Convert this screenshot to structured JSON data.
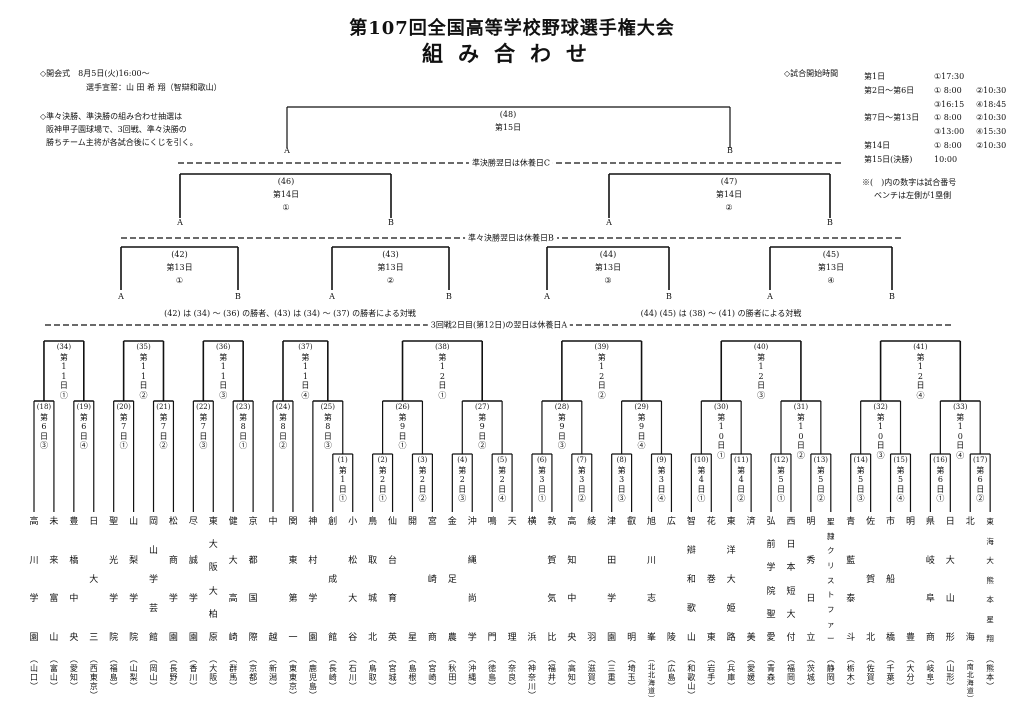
{
  "header": {
    "title": "第107回全国高等学校野球選手権大会",
    "subtitle": "組み合わせ"
  },
  "notes": {
    "opening_line1": "◇開会式　8月5日(火)16:00～",
    "opening_line2": "選手宣誓：山 田 希 翔（智辯和歌山）",
    "draw_line1": "◇準々決勝、準決勝の組み合わせ抽選は",
    "draw_line2": "阪神甲子園球場で、3回戦、準々決勝の",
    "draw_line3": "勝ちチーム主将が各試合後にくじを引く。",
    "start_time_label": "◇試合開始時間",
    "footnote1": "※(　)内の数字は試合番号",
    "footnote2": "ベンチは左側が1塁側"
  },
  "schedule": [
    {
      "day": "第1日",
      "a": "①17:30",
      "b": ""
    },
    {
      "day": "第2日～第6日",
      "a": "① 8:00",
      "b": "②10:30"
    },
    {
      "day": "",
      "a": "③16:15",
      "b": "④18:45"
    },
    {
      "day": "第7日～第13日",
      "a": "① 8:00",
      "b": "②10:30"
    },
    {
      "day": "",
      "a": "③13:00",
      "b": "④15:30"
    },
    {
      "day": "第14日",
      "a": "① 8:00",
      "b": "②10:30"
    },
    {
      "day": "第15日(決勝)",
      "a": "10:00",
      "b": ""
    }
  ],
  "separators": {
    "semifinal_rest": "準決勝翌日は休養日C",
    "quarterfinal_rest": "準々決勝翌日は休養日B",
    "round3_rest": "3回戦2日目(第12日)の翌日は休養日A"
  },
  "rules": {
    "left": "(42) は (34) ～ (36) の勝者、(43) は (34) ～ (37) の勝者による対戦",
    "right": "(44) (45) は (38) ～ (41) の勝者による対戦"
  },
  "games": {
    "final": {
      "num": "(48)",
      "day": "第15日",
      "slot": ""
    },
    "g46": {
      "num": "(46)",
      "day": "第14日",
      "slot": "①"
    },
    "g47": {
      "num": "(47)",
      "day": "第14日",
      "slot": "②"
    },
    "g42": {
      "num": "(42)",
      "day": "第13日",
      "slot": "①"
    },
    "g43": {
      "num": "(43)",
      "day": "第13日",
      "slot": "②"
    },
    "g44": {
      "num": "(44)",
      "day": "第13日",
      "slot": "③"
    },
    "g45": {
      "num": "(45)",
      "day": "第13日",
      "slot": "④"
    },
    "g34": {
      "num": "(34)",
      "v": "第11日①"
    },
    "g35": {
      "num": "(35)",
      "v": "第11日②"
    },
    "g36": {
      "num": "(36)",
      "v": "第11日③"
    },
    "g37": {
      "num": "(37)",
      "v": "第11日④"
    },
    "g38": {
      "num": "(38)",
      "v": "第12日①"
    },
    "g39": {
      "num": "(39)",
      "v": "第12日②"
    },
    "g40": {
      "num": "(40)",
      "v": "第12日③"
    },
    "g41": {
      "num": "(41)",
      "v": "第12日④"
    },
    "g18": {
      "num": "(18)",
      "v": "第6日③"
    },
    "g19": {
      "num": "(19)",
      "v": "第6日④"
    },
    "g20": {
      "num": "(20)",
      "v": "第7日①"
    },
    "g21": {
      "num": "(21)",
      "v": "第7日②"
    },
    "g22": {
      "num": "(22)",
      "v": "第7日③"
    },
    "g23": {
      "num": "(23)",
      "v": "第8日①"
    },
    "g24": {
      "num": "(24)",
      "v": "第8日②"
    },
    "g25": {
      "num": "(25)",
      "v": "第8日③"
    },
    "g26": {
      "num": "(26)",
      "v": "第9日①"
    },
    "g27": {
      "num": "(27)",
      "v": "第9日②"
    },
    "g28": {
      "num": "(28)",
      "v": "第9日③"
    },
    "g29": {
      "num": "(29)",
      "v": "第9日④"
    },
    "g30": {
      "num": "(30)",
      "v": "第10日①"
    },
    "g31": {
      "num": "(31)",
      "v": "第10日②"
    },
    "g32": {
      "num": "(32)",
      "v": "第10日③"
    },
    "g33": {
      "num": "(33)",
      "v": "第10日④"
    },
    "g1": {
      "num": "(1)",
      "v": "第1日①"
    },
    "g2": {
      "num": "(2)",
      "v": "第2日①"
    },
    "g3": {
      "num": "(3)",
      "v": "第2日②"
    },
    "g4": {
      "num": "(4)",
      "v": "第2日③"
    },
    "g5": {
      "num": "(5)",
      "v": "第2日④"
    },
    "g6": {
      "num": "(6)",
      "v": "第3日①"
    },
    "g7": {
      "num": "(7)",
      "v": "第3日②"
    },
    "g8": {
      "num": "(8)",
      "v": "第3日③"
    },
    "g9": {
      "num": "(9)",
      "v": "第3日④"
    },
    "g10": {
      "num": "(10)",
      "v": "第4日①"
    },
    "g11": {
      "num": "(11)",
      "v": "第4日②"
    },
    "g12": {
      "num": "(12)",
      "v": "第5日①"
    },
    "g13": {
      "num": "(13)",
      "v": "第5日②"
    },
    "g14": {
      "num": "(14)",
      "v": "第5日③"
    },
    "g15": {
      "num": "(15)",
      "v": "第5日④"
    },
    "g16": {
      "num": "(16)",
      "v": "第6日①"
    },
    "g17": {
      "num": "(17)",
      "v": "第6日②"
    }
  },
  "ab_labels": {
    "a": "A",
    "b": "B"
  },
  "teams": [
    {
      "name": "高川学園",
      "pref": "(山口)"
    },
    {
      "name": "未来富山",
      "pref": "(富山)"
    },
    {
      "name": "豊橋中央",
      "pref": "(愛知)"
    },
    {
      "name": "日大三",
      "pref": "(西東京)"
    },
    {
      "name": "聖光学院",
      "pref": "(福島)"
    },
    {
      "name": "山梨学院",
      "pref": "(山梨)"
    },
    {
      "name": "岡山学芸館",
      "pref": "(岡山)"
    },
    {
      "name": "松商学園",
      "pref": "(長野)"
    },
    {
      "name": "尽誠学園",
      "pref": "(香川)"
    },
    {
      "name": "東大阪大柏原",
      "pref": "(大阪)"
    },
    {
      "name": "健大高崎",
      "pref": "(群馬)"
    },
    {
      "name": "京都国際",
      "pref": "(京都)"
    },
    {
      "name": "中越",
      "pref": "(新潟)"
    },
    {
      "name": "関東第一",
      "pref": "(東東京)"
    },
    {
      "name": "神村学園",
      "pref": "(鹿児島)"
    },
    {
      "name": "創成館",
      "pref": "(長崎)"
    },
    {
      "name": "小松大谷",
      "pref": "(石川)"
    },
    {
      "name": "鳥取城北",
      "pref": "(鳥取)"
    },
    {
      "name": "仙台育英",
      "pref": "(宮城)"
    },
    {
      "name": "開星",
      "pref": "(島根)"
    },
    {
      "name": "宮崎商",
      "pref": "(宮崎)"
    },
    {
      "name": "金足農",
      "pref": "(秋田)"
    },
    {
      "name": "沖縄尚学",
      "pref": "(沖縄)"
    },
    {
      "name": "鳴門",
      "pref": "(徳島)"
    },
    {
      "name": "天理",
      "pref": "(奈良)"
    },
    {
      "name": "横浜",
      "pref": "(神奈川)"
    },
    {
      "name": "敦賀気比",
      "pref": "(福井)"
    },
    {
      "name": "高知中央",
      "pref": "(高知)"
    },
    {
      "name": "綾羽",
      "pref": "(滋賀)"
    },
    {
      "name": "津田学園",
      "pref": "(三重)"
    },
    {
      "name": "叡明",
      "pref": "(埼玉)"
    },
    {
      "name": "旭川志峯",
      "pref": "(北北海道)"
    },
    {
      "name": "広陵",
      "pref": "(広島)"
    },
    {
      "name": "智辯和歌山",
      "pref": "(和歌山)"
    },
    {
      "name": "花巻東",
      "pref": "(岩手)"
    },
    {
      "name": "東洋大姫路",
      "pref": "(兵庫)"
    },
    {
      "name": "済美",
      "pref": "(愛媛)"
    },
    {
      "name": "弘前学院聖愛",
      "pref": "(青森)"
    },
    {
      "name": "西日本短大付",
      "pref": "(福岡)"
    },
    {
      "name": "明秀日立",
      "pref": "(茨城)"
    },
    {
      "name": "聖隷クリストファー",
      "pref": "(静岡)"
    },
    {
      "name": "青藍泰斗",
      "pref": "(栃木)"
    },
    {
      "name": "佐賀北",
      "pref": "(佐賀)"
    },
    {
      "name": "市船橋",
      "pref": "(千葉)"
    },
    {
      "name": "明豊",
      "pref": "(大分)"
    },
    {
      "name": "県岐阜商",
      "pref": "(岐阜)"
    },
    {
      "name": "日大山形",
      "pref": "(山形)"
    },
    {
      "name": "北海",
      "pref": "(南北海道)"
    },
    {
      "name": "東海大熊本星翔",
      "pref": "(熊本)"
    }
  ]
}
